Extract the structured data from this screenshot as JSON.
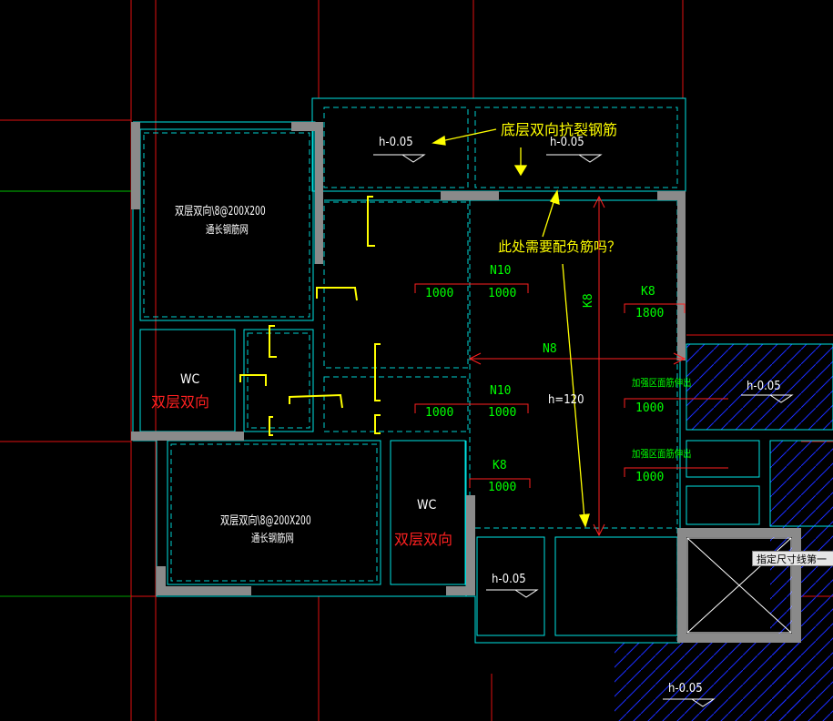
{
  "colors": {
    "background": "#000000",
    "wall_outline": "#00ffff",
    "wall_fill": "#808080",
    "axis": "#ff0000",
    "dim_green": "#00ff00",
    "annotation_yellow": "#ffff00",
    "hatch_blue": "#0000ff",
    "text_white": "#ffffff",
    "text_red": "#ff2020"
  },
  "annotations": {
    "bottom_crack_rebar": "底层双向抗裂钢筋",
    "need_negative_rebar_question": "此处需要配负筋吗？"
  },
  "slab_notes": {
    "top_left": {
      "line1": "双层双向\\8@200X200",
      "line2": "通长钢筋网"
    },
    "bottom_left": {
      "line1": "双层双向\\8@200X200",
      "line2": "通长钢筋网"
    }
  },
  "rooms": {
    "wc_left": {
      "name": "WC",
      "note": "双层双向"
    },
    "wc_middle": {
      "name": "WC",
      "note": "双层双向"
    }
  },
  "elevations": {
    "e1": "h-0.05",
    "e2": "h-0.05",
    "e3": "h-0.05",
    "e4": "h-0.05",
    "e5": "h-0.05"
  },
  "slab_thickness": "h=120",
  "rebar_marks": {
    "n10_top": "N10",
    "n10_mid": "N10",
    "n8": "N8",
    "k8_vertical": "K8",
    "k8_right": "K8",
    "k8_bottom": "K8"
  },
  "dimensions": {
    "d_n10_top_left": "1000",
    "d_n10_top_right": "1000",
    "d_n10_mid_left": "1000",
    "d_n10_mid_right": "1000",
    "d_k8_right": "1800",
    "d_k8_bottom": "1000",
    "d_reinf_1": "1000",
    "d_reinf_2": "1000"
  },
  "reinforced_area_notes": {
    "r1": "加强区面筋伸出",
    "r2": "加强区面筋伸出"
  },
  "tooltip": "指定尺寸线第一"
}
